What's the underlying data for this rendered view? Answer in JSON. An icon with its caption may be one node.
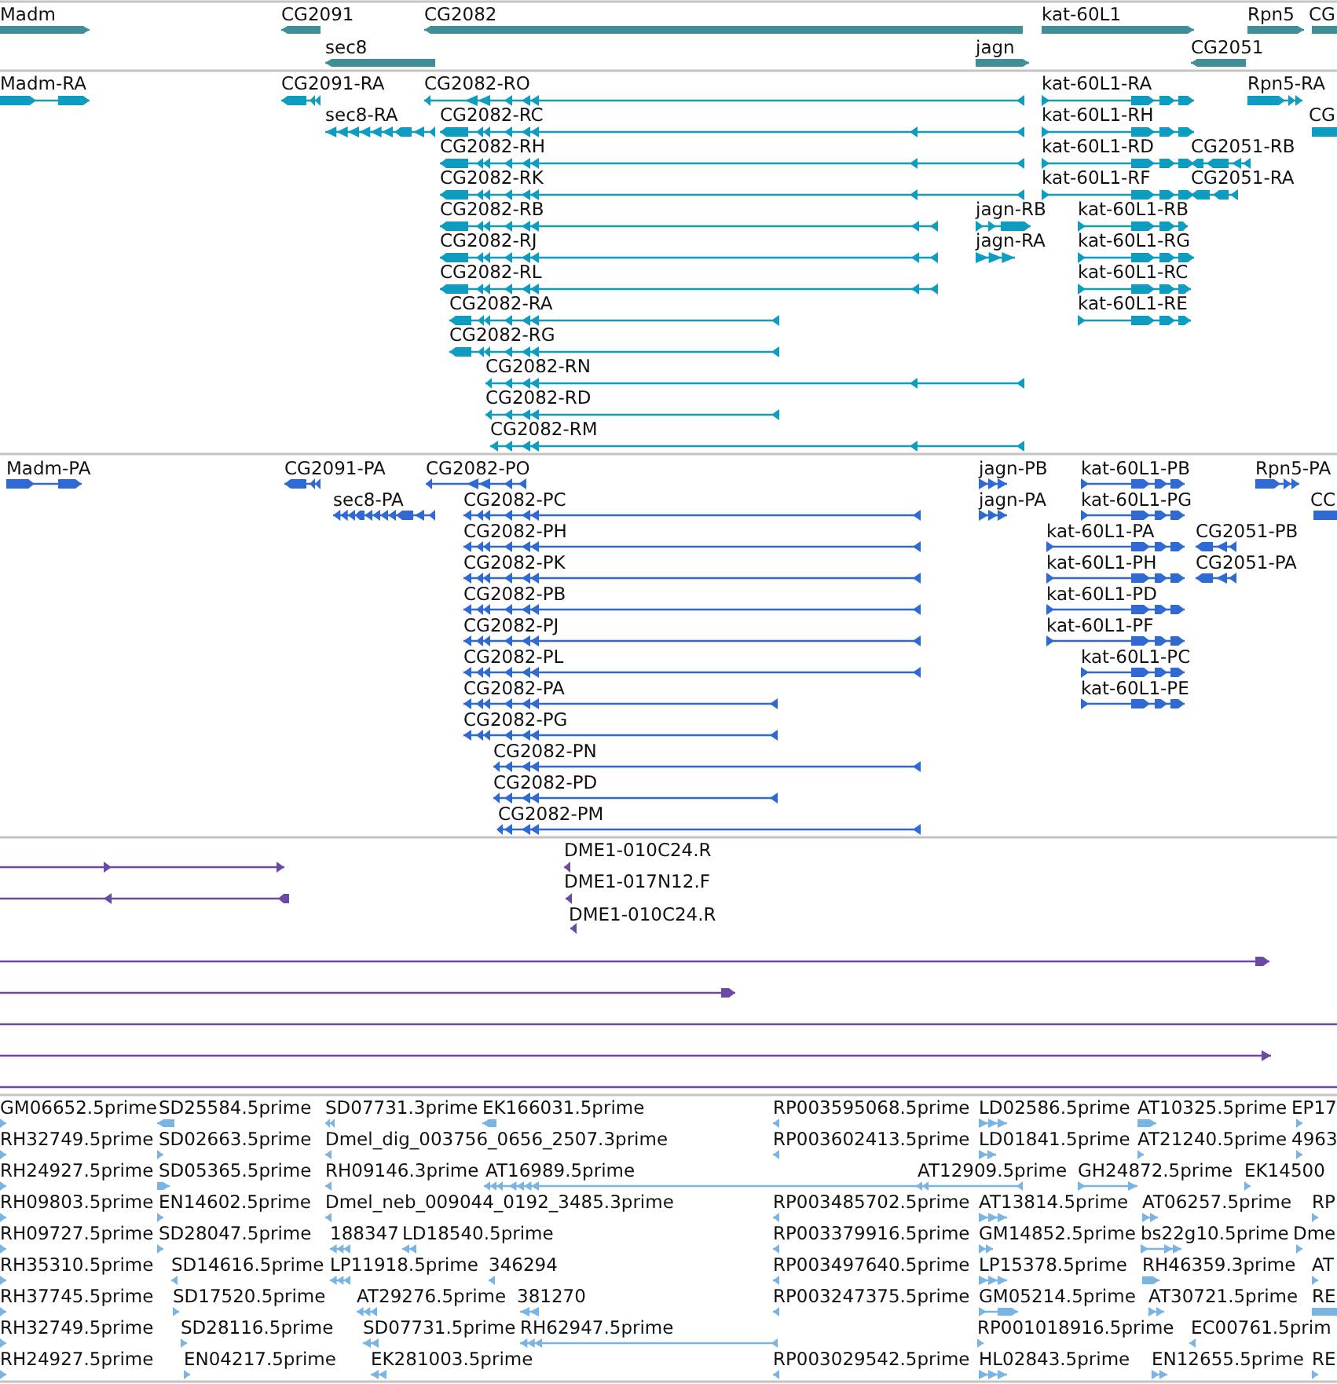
{
  "diagram": {
    "labels": [
      "Madm",
      "CG2091",
      "CG2082",
      "kat-60L1",
      "Rpn5",
      "CG",
      "sec8",
      "jagn",
      "CG2051",
      "Madm-RA",
      "CG2091-RA",
      "CG2082-RO",
      "kat-60L1-RA",
      "Rpn5-RA",
      "sec8-RA",
      "CG2082-RC",
      "kat-60L1-RH",
      "CG",
      "CG2082-RH",
      "kat-60L1-RD",
      "CG2051-RB",
      "CG2082-RK",
      "kat-60L1-RF",
      "CG2051-RA",
      "CG2082-RB",
      "jagn-RB",
      "kat-60L1-RB",
      "CG2082-RJ",
      "jagn-RA",
      "kat-60L1-RG",
      "CG2082-RL",
      "kat-60L1-RC",
      "CG2082-RA",
      "kat-60L1-RE",
      "CG2082-RG",
      "CG2082-RN",
      "CG2082-RD",
      "CG2082-RM",
      "Madm-PA",
      "CG2091-PA",
      "CG2082-PO",
      "jagn-PB",
      "kat-60L1-PB",
      "Rpn5-PA",
      "sec8-PA",
      "CG2082-PC",
      "jagn-PA",
      "kat-60L1-PG",
      "CC",
      "CG2082-PH",
      "kat-60L1-PA",
      "CG2051-PB",
      "CG2082-PK",
      "kat-60L1-PH",
      "CG2051-PA",
      "CG2082-PB",
      "kat-60L1-PD",
      "CG2082-PJ",
      "kat-60L1-PF",
      "CG2082-PL",
      "kat-60L1-PC",
      "CG2082-PA",
      "kat-60L1-PE",
      "CG2082-PG",
      "CG2082-PN",
      "CG2082-PD",
      "CG2082-PM",
      "DME1-010C24.R",
      "DME1-017N12.F",
      "DME1-010C24.R",
      "GM06652.5prime",
      "SD25584.5prime",
      "SD07731.3prime",
      "EK166031.5prime",
      "RP003595068.5prime",
      "LD02586.5prime",
      "AT10325.5prime",
      "EP17",
      "RH32749.5prime",
      "SD02663.5prime",
      "Dmel_dig_003756_0656_2507.3prime",
      "RP003602413.5prime",
      "LD01841.5prime",
      "AT21240.5prime",
      "4963",
      "RH24927.5prime",
      "SD05365.5prime",
      "RH09146.3prime",
      "AT16989.5prime",
      "AT12909.5prime",
      "GH24872.5prime",
      "EK14500",
      "RH09803.5prime",
      "EN14602.5prime",
      "Dmel_neb_009044_0192_3485.3prime",
      "RP003485702.5prime",
      "AT13814.5prime",
      "AT06257.5prime",
      "RP",
      "RH09727.5prime",
      "SD28047.5prime",
      "188347",
      "LD18540.5prime",
      "RP003379916.5prime",
      "GM14852.5prime",
      "bs22g10.5prime",
      "Dme",
      "RH35310.5prime",
      "SD14616.5prime",
      "LP11918.5prime",
      "346294",
      "RP003497640.5prime",
      "LP15378.5prime",
      "RH46359.3prime",
      "AT",
      "RH37745.5prime",
      "SD17520.5prime",
      "AT29276.5prime",
      "381270",
      "RP003247375.5prime",
      "GM05214.5prime",
      "AT30721.5prime",
      "RE",
      "RH32749.5prime",
      "SD28116.5prime",
      "SD07731.5prime",
      "RH62947.5prime",
      "RP001018916.5prime",
      "EC00761.5prim",
      "RH24927.5prime",
      "EN04217.5prime",
      "EK281003.5prime",
      "RP003029542.5prime",
      "HL02843.5prime",
      "EN12655.5prime",
      "RE"
    ]
  }
}
